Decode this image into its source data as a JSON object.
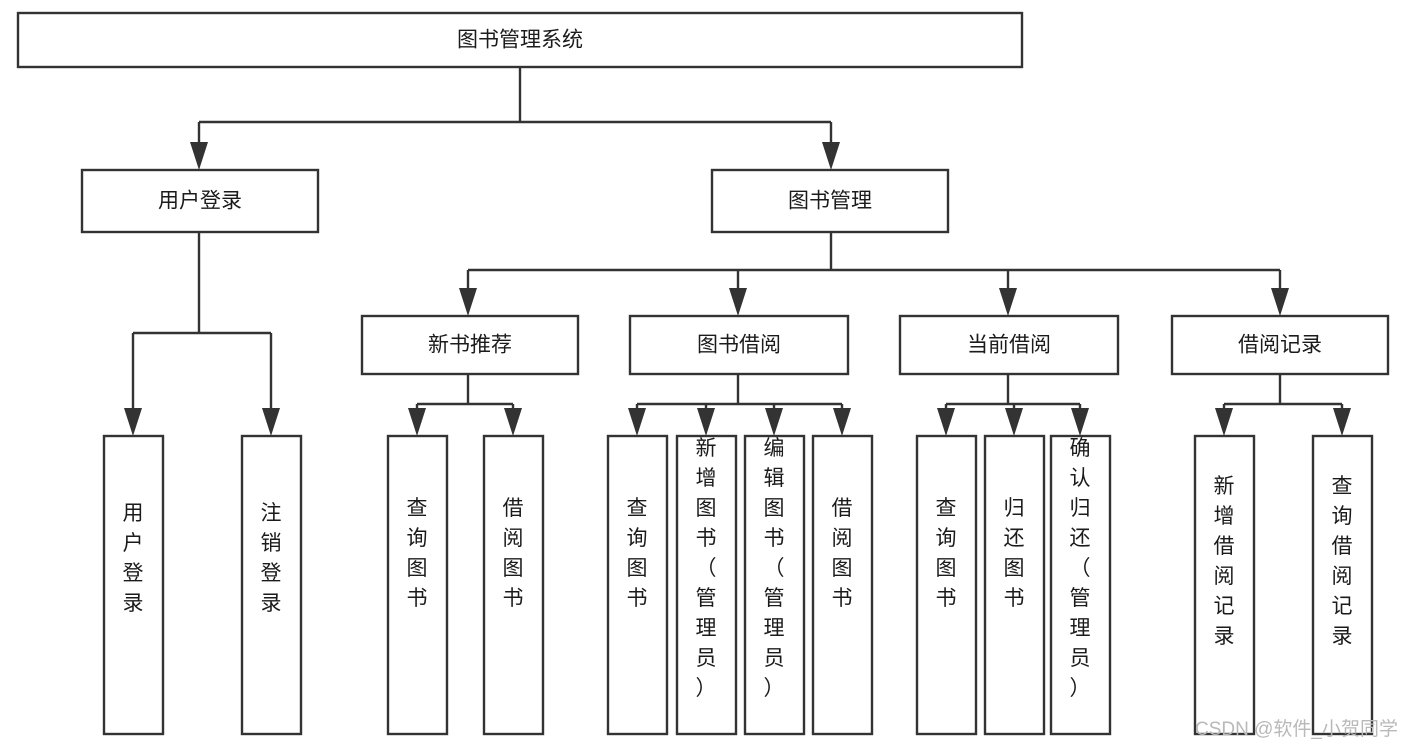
{
  "diagram": {
    "title": "图书管理系统",
    "type": "tree-hierarchy-chart",
    "orientation": "top-down",
    "colors": {
      "box_stroke": "#333333",
      "box_fill": "#ffffff",
      "label_text": "#1b1b1b",
      "connector": "#333333",
      "watermark": "#b9b9b9",
      "background": "#ffffff"
    },
    "root": {
      "label": "图书管理系统"
    },
    "level2": [
      {
        "label": "用户登录"
      },
      {
        "label": "图书管理"
      }
    ],
    "level3": [
      {
        "label": "新书推荐"
      },
      {
        "label": "图书借阅"
      },
      {
        "label": "当前借阅"
      },
      {
        "label": "借阅记录"
      }
    ],
    "leaves": {
      "user_login": [
        {
          "label": "用户登录"
        },
        {
          "label": "注销登录"
        }
      ],
      "new_book_recommend": [
        {
          "label": "查询图书"
        },
        {
          "label": "借阅图书"
        }
      ],
      "book_borrow": [
        {
          "label": "查询图书"
        },
        {
          "label": "新增图书（管理员）"
        },
        {
          "label": "编辑图书（管理员）"
        },
        {
          "label": "借阅图书"
        }
      ],
      "current_borrow": [
        {
          "label": "查询图书"
        },
        {
          "label": "归还图书"
        },
        {
          "label": "确认归还（管理员）"
        }
      ],
      "borrow_record": [
        {
          "label": "新增借阅记录"
        },
        {
          "label": "查询借阅记录"
        }
      ]
    }
  },
  "watermark": {
    "text": "CSDN @软件_小贺同学"
  }
}
